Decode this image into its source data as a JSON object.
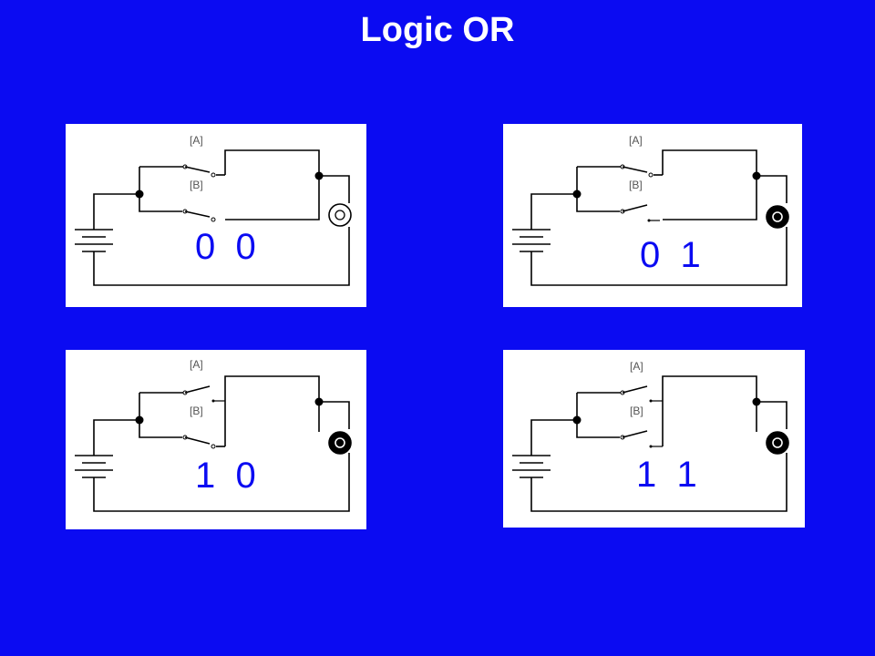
{
  "slide": {
    "title": "Logic OR",
    "background_color": "#0b0bf2",
    "text_color": "#ffffff"
  },
  "panels": [
    {
      "id": "p00",
      "switch_a_label": "[A]",
      "switch_b_label": "[B]",
      "state": "0  0",
      "a": 0,
      "b": 0,
      "lamp_on": false
    },
    {
      "id": "p01",
      "switch_a_label": "[A]",
      "switch_b_label": "[B]",
      "state": "0  1",
      "a": 0,
      "b": 1,
      "lamp_on": true
    },
    {
      "id": "p10",
      "switch_a_label": "[A]",
      "switch_b_label": "[B]",
      "state": "1  0",
      "a": 1,
      "b": 0,
      "lamp_on": true
    },
    {
      "id": "p11",
      "switch_a_label": "[A]",
      "switch_b_label": "[B]",
      "state": "1  1",
      "a": 1,
      "b": 1,
      "lamp_on": true
    }
  ]
}
